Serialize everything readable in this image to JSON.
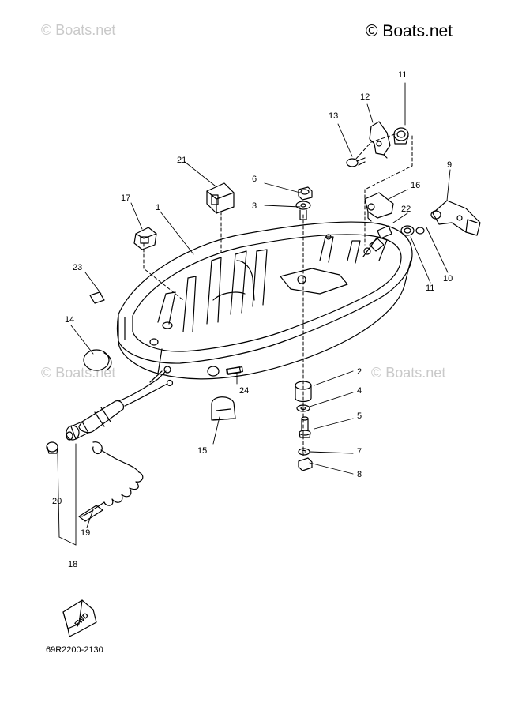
{
  "watermarks": {
    "main": "© Boats.net",
    "faint": "© Boats.net"
  },
  "diagram": {
    "part_code": "69R2200-2130",
    "fwd_label": "FWD"
  },
  "callouts": [
    {
      "id": "c1",
      "label": "1"
    },
    {
      "id": "c2",
      "label": "2"
    },
    {
      "id": "c3",
      "label": "3"
    },
    {
      "id": "c4",
      "label": "4"
    },
    {
      "id": "c5",
      "label": "5"
    },
    {
      "id": "c6",
      "label": "6"
    },
    {
      "id": "c7",
      "label": "7"
    },
    {
      "id": "c8",
      "label": "8"
    },
    {
      "id": "c9",
      "label": "9"
    },
    {
      "id": "c10",
      "label": "10"
    },
    {
      "id": "c11a",
      "label": "11"
    },
    {
      "id": "c11b",
      "label": "11"
    },
    {
      "id": "c12",
      "label": "12"
    },
    {
      "id": "c13",
      "label": "13"
    },
    {
      "id": "c14",
      "label": "14"
    },
    {
      "id": "c15",
      "label": "15"
    },
    {
      "id": "c16",
      "label": "16"
    },
    {
      "id": "c17",
      "label": "17"
    },
    {
      "id": "c18",
      "label": "18"
    },
    {
      "id": "c19",
      "label": "19"
    },
    {
      "id": "c20",
      "label": "20"
    },
    {
      "id": "c21",
      "label": "21"
    },
    {
      "id": "c22",
      "label": "22"
    },
    {
      "id": "c23",
      "label": "23"
    },
    {
      "id": "c24",
      "label": "24"
    }
  ]
}
